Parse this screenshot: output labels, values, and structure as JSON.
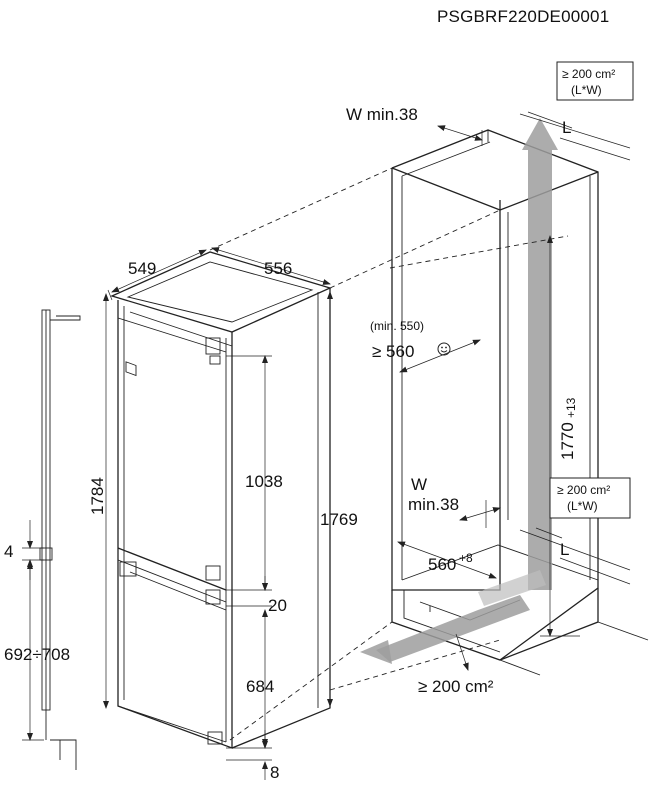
{
  "product_code": "PSGBRF220DE00001",
  "labels": {
    "w_top": "W min.38",
    "l_top": "L",
    "vent_top_line1": "≥ 200 cm²",
    "vent_top_line2": "(L*W)",
    "depth_549": "549",
    "width_556": "556",
    "min_550": "(min. 550)",
    "ge_560": "≥ 560",
    "niche_height": "1770",
    "niche_height_tol": "+13",
    "w_bottom_line1": "W",
    "w_bottom_line2": "min.38",
    "vent_bottom_line1": "≥ 200 cm²",
    "vent_bottom_line2": "(L*W)",
    "niche_width": "560",
    "niche_width_tol": "+8",
    "l_bottom": "L",
    "vent_floor": "≥ 200 cm²",
    "overall_height": "1784",
    "upper_door": "1038",
    "cabinet_height": "1769",
    "gap_20": "20",
    "lower_door": "684",
    "plinth_8": "8",
    "gap_4": "4",
    "lower_range": "692÷708"
  },
  "colors": {
    "line": "#222222",
    "airflow_arrow": "#9e9e9e"
  },
  "icons": {
    "smiley": "smiley-icon"
  }
}
